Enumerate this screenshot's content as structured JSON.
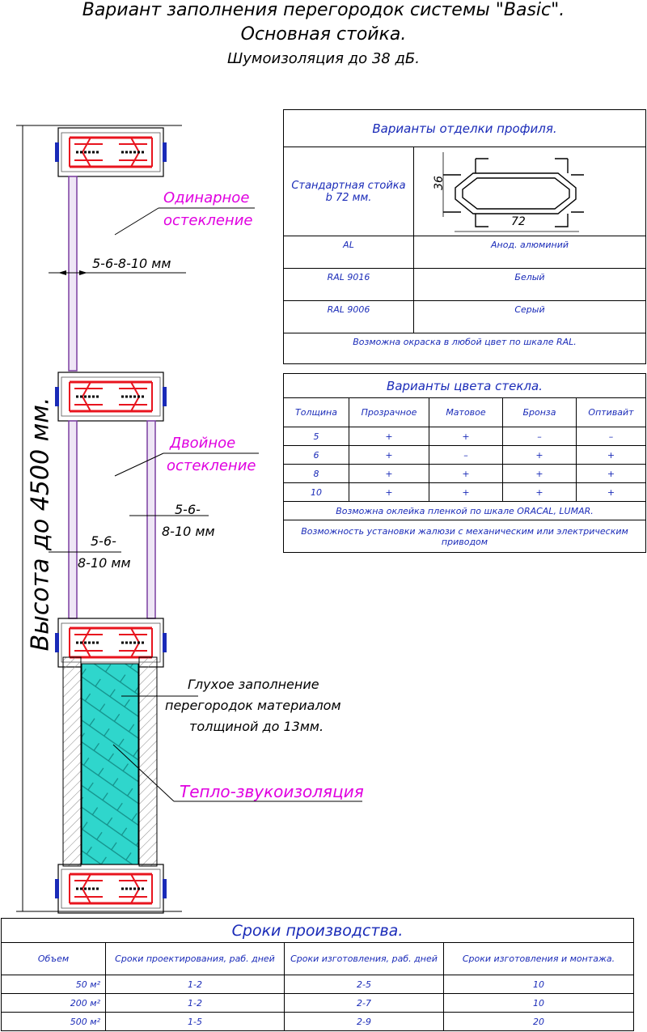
{
  "header": {
    "line1": "Вариант заполнения перегородок системы \"Basic\".",
    "line2": "Основная стойка.",
    "line3": "Шумоизоляция до 38 дБ."
  },
  "vertical_label": "Высота до 4500 мм.",
  "annotations": {
    "single_glazing_1": "Одинарное",
    "single_glazing_2": "остекление",
    "thickness_single": "5-6-8-10 мм",
    "double_glazing_1": "Двойное",
    "double_glazing_2": "остекление",
    "thickness_right_1": "5-6-",
    "thickness_right_2": "8-10 мм",
    "thickness_left_1": "5-6-",
    "thickness_left_2": "8-10 мм",
    "solid_fill_1": "Глухое заполнение",
    "solid_fill_2": "перегородок материалом",
    "solid_fill_3": "толщиной до 13мм.",
    "insulation": "Тепло-звукоизоляция"
  },
  "finish_table": {
    "title": "Варианты отделки профиля.",
    "std_post_1": "Стандартная стойка",
    "std_post_2": "b 72 мм.",
    "dim_height": "36",
    "dim_width": "72",
    "rows": [
      {
        "code": "AL",
        "name": "Анод. алюминий"
      },
      {
        "code": "RAL 9016",
        "name": "Белый"
      },
      {
        "code": "RAL 9006",
        "name": "Серый"
      }
    ],
    "footer": "Возможна окраска в любой цвет по шкале RAL."
  },
  "glass_table": {
    "title": "Варианты цвета стекла.",
    "headers": [
      "Толщина",
      "Прозрачное",
      "Матовое",
      "Бронза",
      "Оптивайт"
    ],
    "rows": [
      [
        "5",
        "+",
        "+",
        "–",
        "–"
      ],
      [
        "6",
        "+",
        "–",
        "+",
        "+"
      ],
      [
        "8",
        "+",
        "+",
        "+",
        "+"
      ],
      [
        "10",
        "+",
        "+",
        "+",
        "+"
      ]
    ],
    "note1": "Возможна оклейка пленкой по шкале ORACAL, LUMAR.",
    "note2": "Возможность установки жалюзи с механическим или электрическим приводом"
  },
  "production_table": {
    "title": "Сроки производства.",
    "headers": [
      "Объем",
      "Сроки проектирования, раб. дней",
      "Сроки изготовления, раб. дней",
      "Сроки изготовления и монтажа."
    ],
    "rows": [
      [
        "50 м²",
        "1-2",
        "2-5",
        "10"
      ],
      [
        "200 м²",
        "1-2",
        "2-7",
        "10"
      ],
      [
        "500 м²",
        "1-5",
        "2-9",
        "20"
      ]
    ]
  },
  "colors": {
    "profile_red": "#e8141e",
    "seal_blue": "#1a2bb8",
    "glass_purple": "#7b3fa0",
    "insulation_teal": "#1fb8b0",
    "label_magenta": "#e000e0",
    "table_blue": "#1a2bb8"
  }
}
